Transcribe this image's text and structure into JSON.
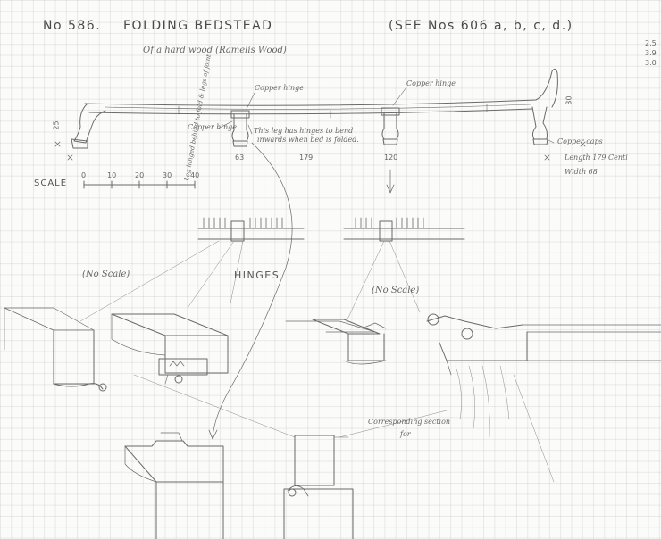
{
  "header": {
    "number": "No 586.",
    "title": "FOLDING BEDSTEAD",
    "reference": "(SEE Nos 606 a, b, c, d.)",
    "subtitle": "Of a hard wood (Ramelis Wood)"
  },
  "annotations": {
    "copper_hinge_left": "Copper hinge",
    "copper_hinge_right": "Copper hinge",
    "copper_hinge_leg": "Copper hinge",
    "leg_note_line1": "This leg has hinges to bend",
    "leg_note_line2": "inwards when bed is folded.",
    "copper_caps": "Copper caps",
    "length_label": "Length 179 Centi",
    "width_label": "Width 68",
    "leg_hinge_vertical": "Leg hinged behind to fold & legs of joint",
    "corresponding_line1": "Corresponding section",
    "corresponding_line2": "for",
    "no_scale_left": "(No Scale)",
    "no_scale_right": "(No Scale)",
    "hinges_title": "HINGES"
  },
  "dimensions": {
    "d1": "63",
    "d2": "179",
    "d3": "120",
    "side_left": "25",
    "side_right": "30",
    "margin_top": "2.5",
    "margin_mid": "3.9",
    "margin_low": "3.0"
  },
  "scale_bar": {
    "label": "SCALE",
    "ticks": [
      "0",
      "10",
      "20",
      "30",
      "40"
    ]
  },
  "colors": {
    "pencil": "#6a6a6a",
    "paper": "#fbfbf9",
    "grid": "#c9c9d0"
  }
}
